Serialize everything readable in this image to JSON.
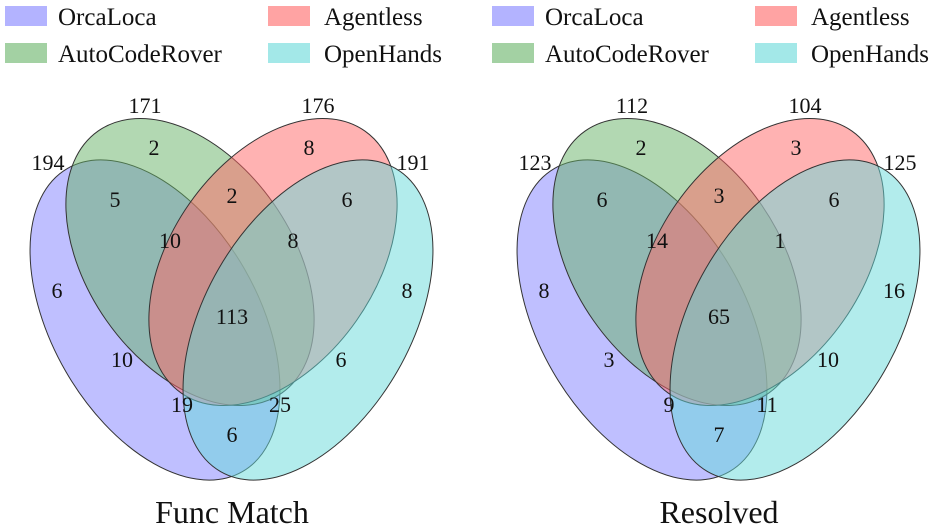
{
  "sets": [
    {
      "key": "orcaloca",
      "label": "OrcaLoca",
      "color": "#8080ff"
    },
    {
      "key": "acr",
      "label": "AutoCodeRover",
      "color": "#66b266"
    },
    {
      "key": "agentless",
      "label": "Agentless",
      "color": "#ff6666"
    },
    {
      "key": "openhands",
      "label": "OpenHands",
      "color": "#66d9d9"
    }
  ],
  "diagrams": [
    {
      "title": "Func Match",
      "totals": {
        "orcaloca": "194",
        "acr": "171",
        "agentless": "176",
        "openhands": "191"
      },
      "regions": {
        "A": "6",
        "B": "2",
        "C": "8",
        "D": "8",
        "AB": "5",
        "BC": "2",
        "CD": "6",
        "ABC": "10",
        "BCD": "8",
        "ABCD": "113",
        "AC": "10",
        "BD": "6",
        "ACD": "19",
        "ABD": "25",
        "AD": "6"
      }
    },
    {
      "title": "Resolved",
      "totals": {
        "orcaloca": "123",
        "acr": "112",
        "agentless": "104",
        "openhands": "125"
      },
      "regions": {
        "A": "8",
        "B": "2",
        "C": "3",
        "D": "16",
        "AB": "6",
        "BC": "3",
        "CD": "6",
        "ABC": "14",
        "BCD": "1",
        "ABCD": "65",
        "AC": "3",
        "BD": "10",
        "ACD": "9",
        "ABD": "11",
        "AD": "7"
      }
    }
  ]
}
